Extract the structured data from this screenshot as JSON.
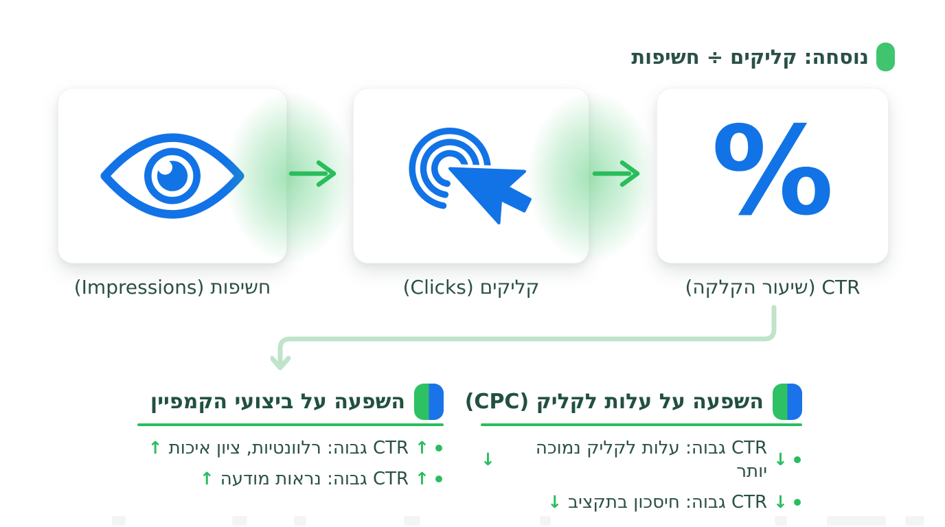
{
  "formula": {
    "label": "נוסחה: קליקים ÷ חשיפות"
  },
  "flow_cards": [
    {
      "id": "impressions",
      "icon": "eye-icon",
      "label": "חשיפות (Impressions)"
    },
    {
      "id": "clicks",
      "icon": "click-cursor-icon",
      "label": "קליקים (Clicks)"
    },
    {
      "id": "ctr",
      "icon": "percent-icon",
      "label": "CTR (שיעור הקלקה)",
      "symbol": "%"
    }
  ],
  "sections": [
    {
      "id": "campaign-performance",
      "title": "השפעה על ביצועי הקמפיין",
      "items": [
        {
          "text": "CTR גבוה: רלוונטיות, ציון איכות",
          "arrow": "↑"
        },
        {
          "text": "CTR גבוה: נראות מודעה",
          "arrow": "↑"
        }
      ]
    },
    {
      "id": "cpc-impact",
      "title": "השפעה על עלות לקליק (CPC)",
      "items": [
        {
          "text": "CTR גבוה: עלות לקליק נמוכה יותר",
          "arrow": "↓"
        },
        {
          "text": "CTR גבוה: חיסכון בתקציב",
          "arrow": "↓"
        }
      ]
    }
  ],
  "colors": {
    "brand_blue": "#1273e6",
    "accent_green": "#2abd5e",
    "formula_pill_green": "#41c46f",
    "split_pill_green": "#2dc163",
    "split_pill_blue": "#1a73e8",
    "connector_light_green": "#c0e3cb",
    "text_dark_teal": "#2b5047",
    "heading_green": "#22513e"
  }
}
